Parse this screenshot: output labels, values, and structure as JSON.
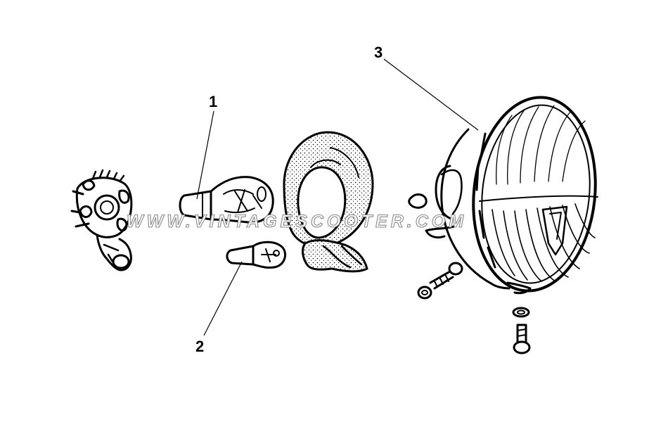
{
  "diagram": {
    "callouts": [
      {
        "id": "1",
        "label": "1"
      },
      {
        "id": "2",
        "label": "2"
      },
      {
        "id": "3",
        "label": "3"
      }
    ],
    "watermark": "WWW.VINTAGESCOOTER.COM",
    "colors": {
      "ink": "#000000",
      "background": "#ffffff",
      "watermark_outline": "#8a8a8a"
    }
  }
}
